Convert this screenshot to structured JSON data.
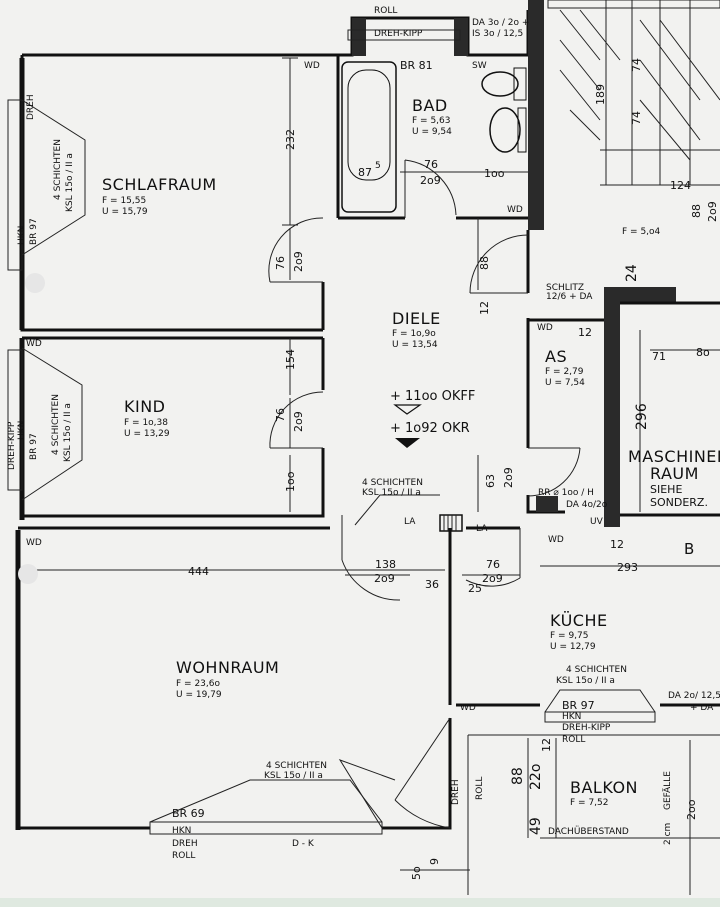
{
  "rooms": {
    "schlafraum": {
      "name": "SCHLAFRAUM",
      "f": "F = 15,55",
      "u": "U = 15,79"
    },
    "kind": {
      "name": "KIND",
      "f": "F = 1o,38",
      "u": "U = 13,29"
    },
    "bad": {
      "name": "BAD",
      "f": "F = 5,63",
      "u": "U = 9,54"
    },
    "diele": {
      "name": "DIELE",
      "f": "F = 1o,9o",
      "u": "U = 13,54"
    },
    "as": {
      "name": "AS",
      "f": "F = 2,79",
      "u": "U = 7,54"
    },
    "maschinenraum": {
      "name1": "MASCHINEN",
      "name2": "RAUM",
      "note1": "SIEHE",
      "note2": "SONDERZ."
    },
    "wohnraum": {
      "name": "WOHNRAUM",
      "f": "F = 23,6o",
      "u": "U = 19,79"
    },
    "kueche": {
      "name": "KÜCHE",
      "f": "F = 9,75",
      "u": "U = 12,79"
    },
    "balkon": {
      "name": "BALKON",
      "f": "F = 7,52"
    }
  },
  "levels": {
    "okff": "+ 11oo OKFF",
    "okr": "+ 1o92 OKR"
  },
  "labels": {
    "roll_top": "ROLL",
    "dreh_kipp_top": "DREH-KIPP",
    "da_top": "DA 3o / 2o +",
    "is_top": "IS 3o / 12,5",
    "br81": "BR 81",
    "sw": "SW",
    "wd": "WD",
    "schlitz": "SCHLITZ",
    "schlitz_dim": "12/6 + DA",
    "rr": "RR ⌀ 1oo / H",
    "da_as": "DA 4o/2o",
    "uv": "UV",
    "la": "LA",
    "schichten": "4 SCHICHTEN",
    "ksl": "KSL 15o / II a",
    "br97": "BR 97",
    "hkn": "HKN",
    "dreh_kipp": "DREH-KIPP",
    "br69": "BR 69",
    "dreh": "DREH",
    "roll": "ROLL",
    "dk": "D - K",
    "dachueberstand": "DACHÜBERSTAND",
    "gefaelle": "GEFÄLLE",
    "gefaelle_pct": "2 cm",
    "da_kueche": "DA 2o/ 12,5",
    "da_short": "+ DA",
    "b": "B",
    "f504": "F = 5,o4"
  },
  "dims": {
    "d232": "232",
    "d875": "87",
    "d76a": "76",
    "d209a": "2o9",
    "d100a": "1oo",
    "d885": "88",
    "d125": "12",
    "d76b": "76",
    "d209b": "2o9",
    "d154": "154",
    "d76c": "76",
    "d209c": "2o9",
    "d100b": "1oo",
    "d635": "63",
    "d209d": "2o9",
    "d444": "444",
    "d1385": "138",
    "d209e": "2o9",
    "d365": "36",
    "d25": "25",
    "d76d": "76",
    "d209f": "2o9",
    "d2935": "293",
    "d296": "296",
    "d71": "71",
    "d8o": "8o",
    "d24": "24",
    "d125b": "12",
    "d125c": "12",
    "d189": "189",
    "d745": "74",
    "d1245": "124",
    "d885b": "88",
    "d209g": "2o9",
    "d885c": "88",
    "d220": "22o",
    "d49": "49",
    "d200": "2oo",
    "d50": "5o",
    "d9": "9",
    "d125d": "12",
    "sup5": "5"
  }
}
